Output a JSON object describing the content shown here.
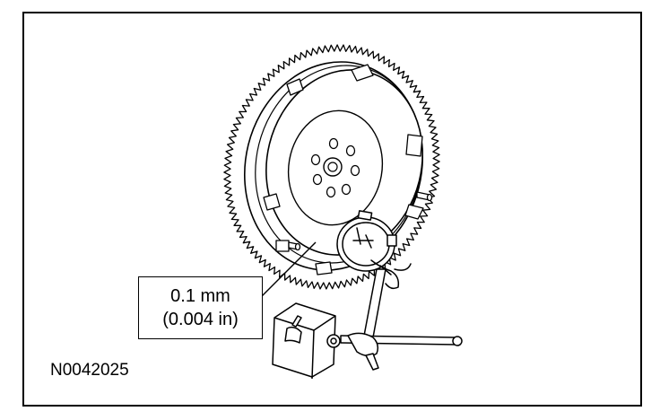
{
  "callout": {
    "line1": "0.1 mm",
    "line2": "(0.004 in)"
  },
  "figure_id": "N0042025",
  "colors": {
    "ink": "#000000",
    "paper": "#ffffff"
  }
}
